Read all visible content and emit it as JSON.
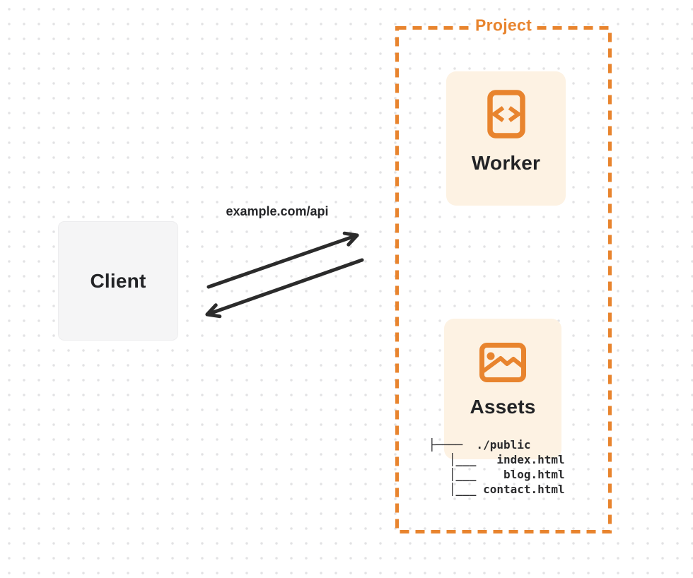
{
  "client": {
    "label": "Client"
  },
  "request": {
    "label": "example.com/api"
  },
  "project": {
    "title": "Project",
    "worker": {
      "label": "Worker",
      "icon": "code-file-icon"
    },
    "assets": {
      "label": "Assets",
      "icon": "image-icon"
    },
    "file_tree": {
      "lines": [
        "├────  ./public",
        "   │___   index.html",
        "   │___    blog.html",
        "   │___ contact.html"
      ]
    }
  },
  "colors": {
    "accent_orange": "#e8842e",
    "card_background": "#fdf2e3",
    "client_background": "#f5f5f6",
    "arrow_ink": "#2b2b2b",
    "text_ink": "#222326",
    "dot_grid": "#e2e2e4"
  }
}
